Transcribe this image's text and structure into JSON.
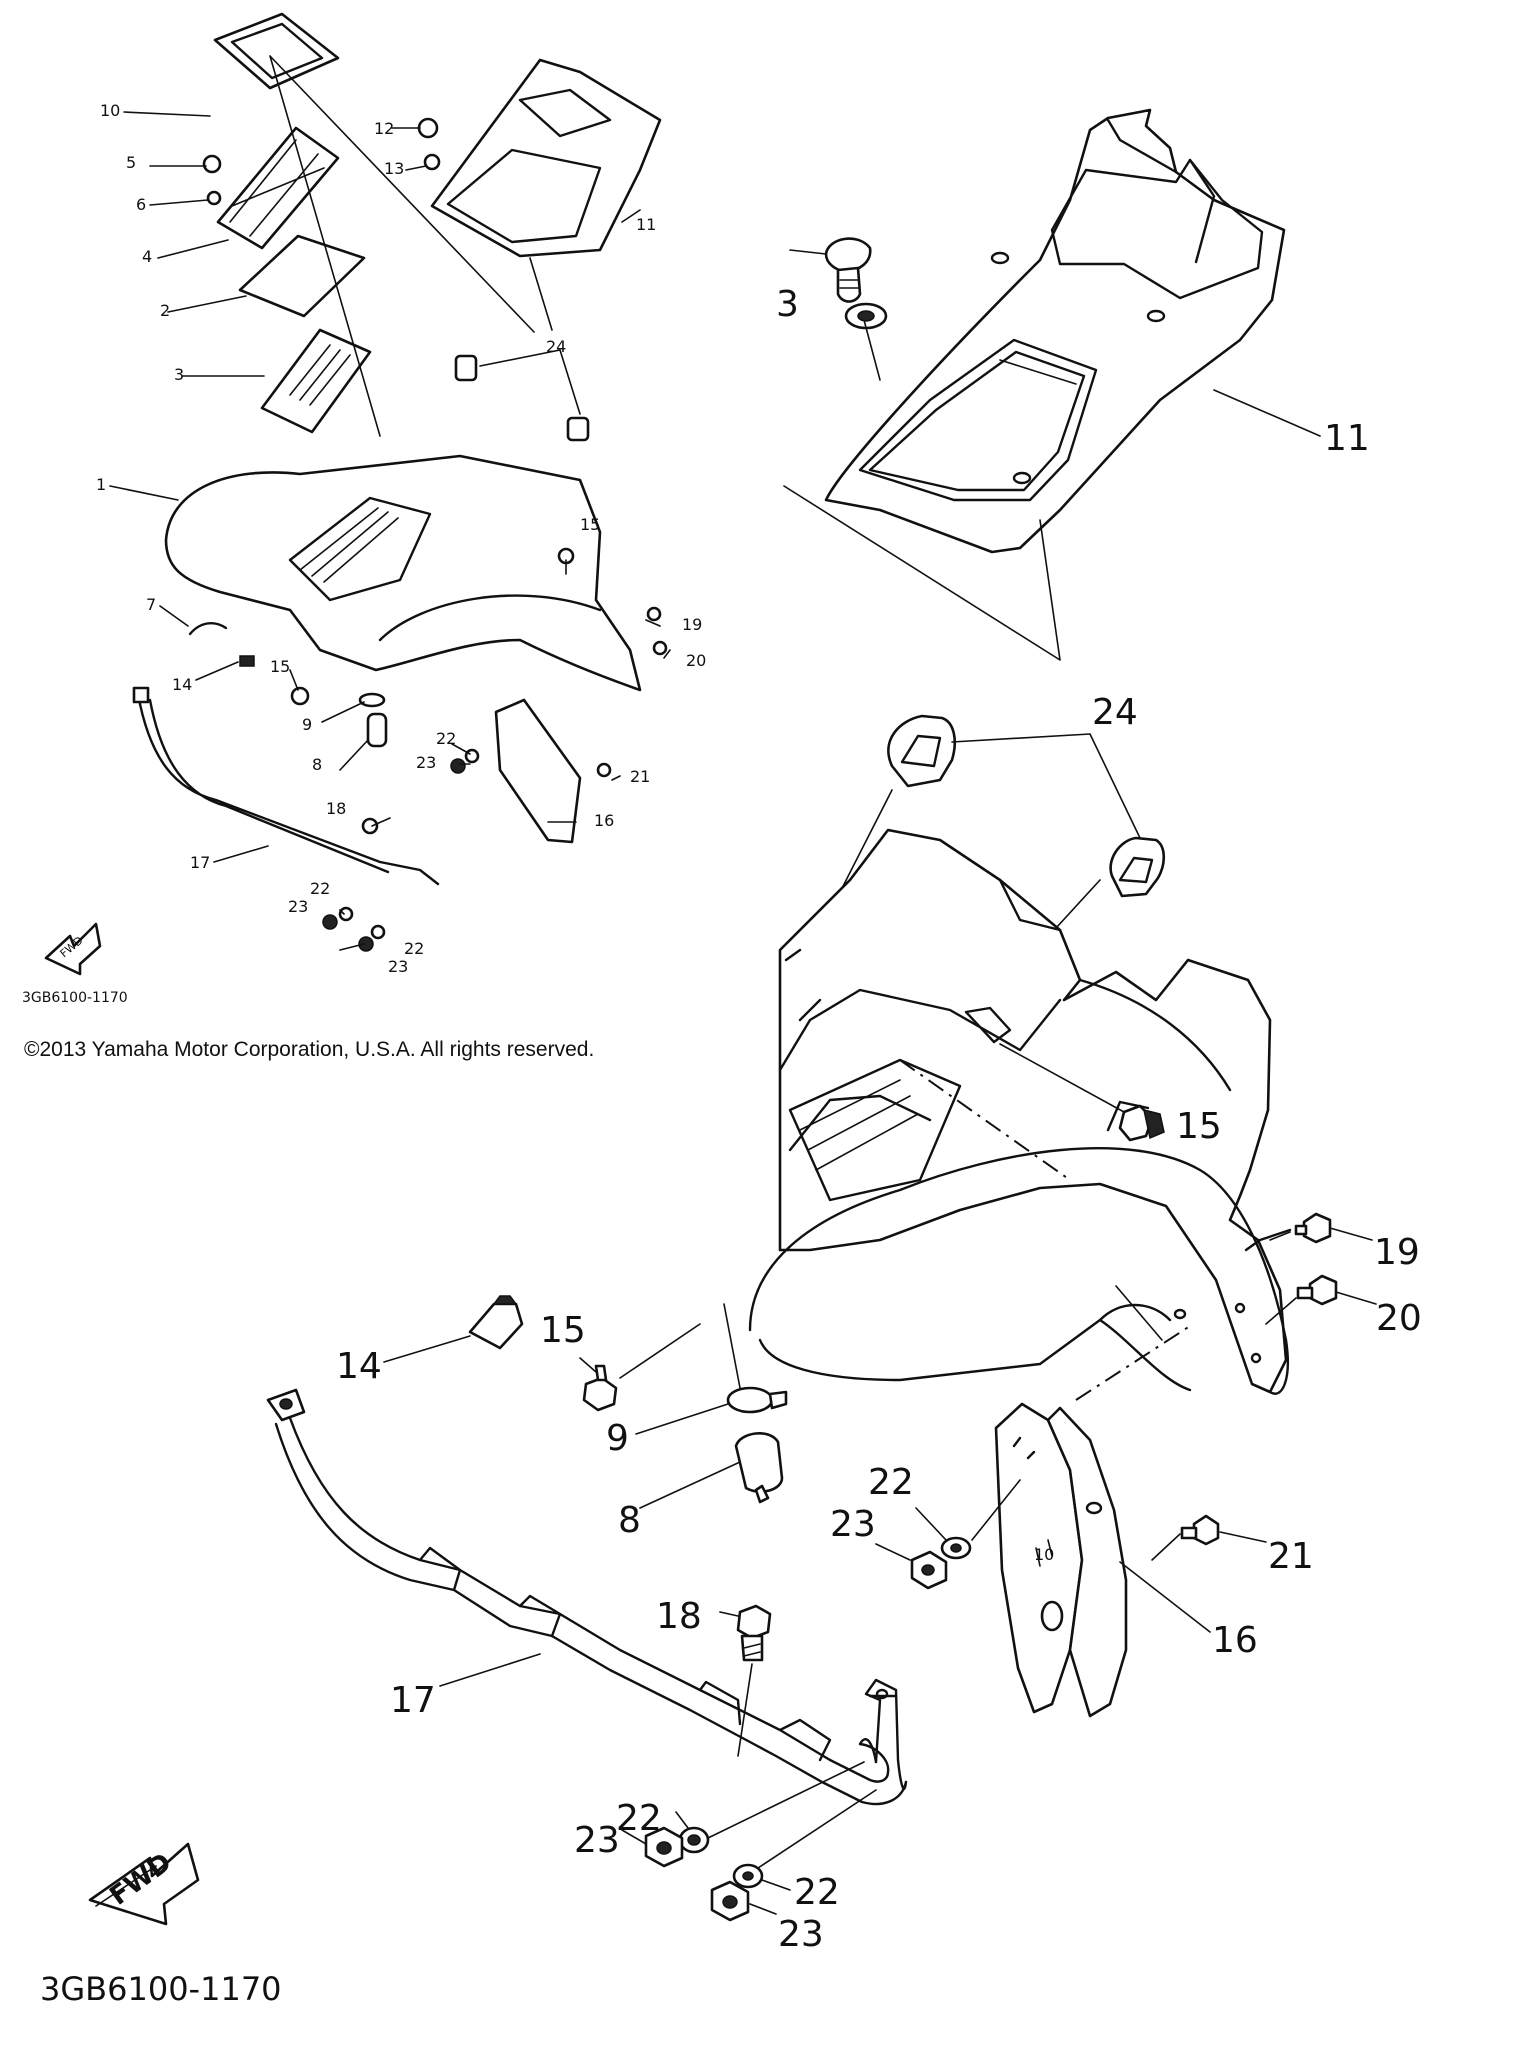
{
  "diagram_code": "3GB6100-1170",
  "copyright": "©2013 Yamaha Motor Corporation, U.S.A. All rights reserved.",
  "fwd_label": "FWD",
  "callouts": {
    "small": [
      "1",
      "2",
      "3",
      "4",
      "5",
      "6",
      "7",
      "8",
      "9",
      "10",
      "11",
      "12",
      "13",
      "14",
      "15",
      "15",
      "16",
      "17",
      "18",
      "19",
      "20",
      "21",
      "22",
      "22",
      "22",
      "23",
      "23",
      "23",
      "24"
    ],
    "large": [
      "3",
      "11",
      "24",
      "15",
      "19",
      "20",
      "14",
      "15",
      "9",
      "8",
      "22",
      "23",
      "21",
      "16",
      "18",
      "17",
      "22",
      "23",
      "22",
      "23"
    ]
  },
  "colors": {
    "ink": "#111111",
    "paper": "#ffffff"
  }
}
